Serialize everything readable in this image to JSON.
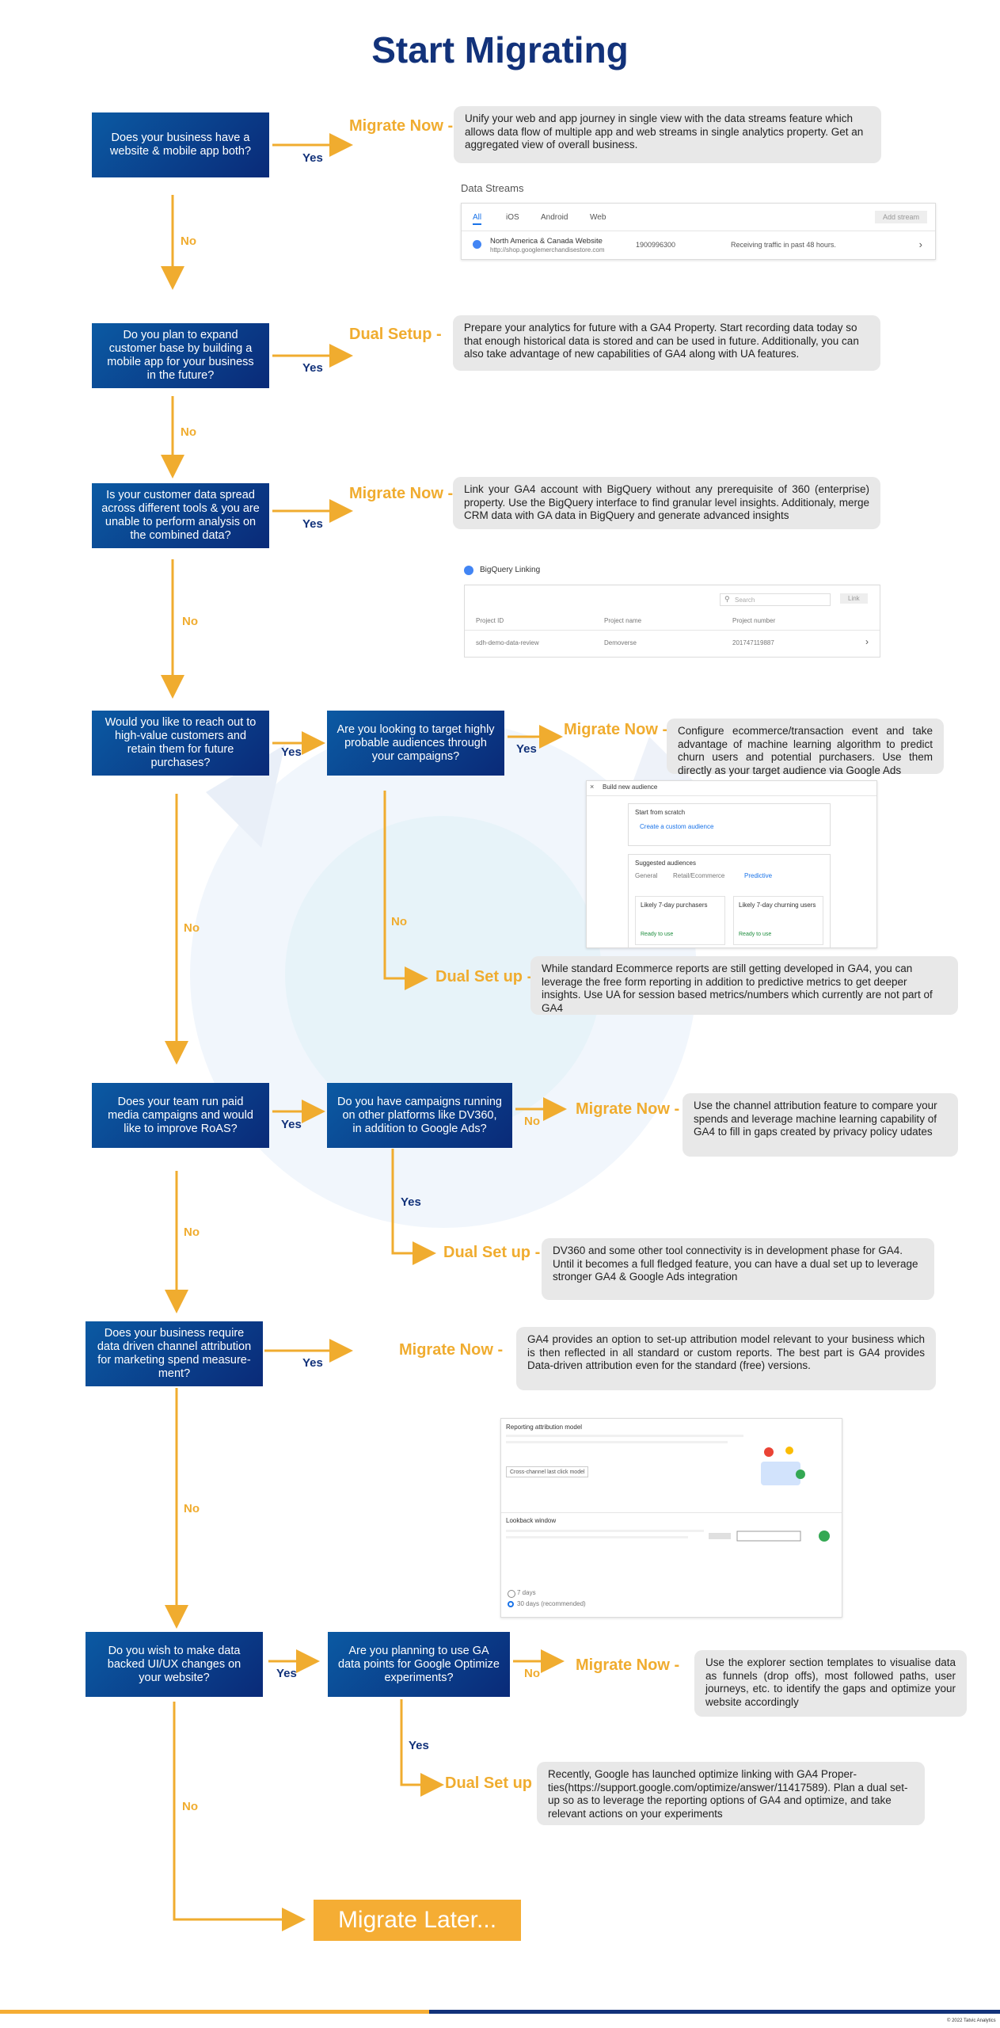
{
  "title": "Start Migrating",
  "questions": {
    "q1": "Does your business have a website & mobile app both?",
    "q2": "Do you plan to expand customer base by building a mobile app for your business in the future?",
    "q3": "Is your customer data spread across different tools & you are unable to perform analysis on the combined data?",
    "q4": "Would you like to reach out to high-value customers and retain them for future purchases?",
    "q4b": "Are you looking to target highly probable audiences through your campaigns?",
    "q5": "Does your team run paid media campaigns and would like to improve RoAS?",
    "q5b": "Do you have campaigns running on other platforms like DV360, in addition to Google Ads?",
    "q6": "Does your business require data driven channel attribution for marketing spend measure-ment?",
    "q7": "Do you wish to make data backed UI/UX changes on your website?",
    "q7b": "Are you planning to use GA data points for Google Optimize experiments?"
  },
  "labels": {
    "migrate_now": "Migrate Now -",
    "dual_setup": "Dual Setup -",
    "dual_set_up": "Dual Set up -",
    "yes": "Yes",
    "no": "No",
    "migrate_later": "Migrate Later..."
  },
  "descriptions": {
    "d1": "Unify your web and app journey in single view with the data streams feature which allows data flow of multiple app and web streams in single analytics property. Get an aggregated view of overall business.",
    "d2": "Prepare your analytics for future with a GA4 Property. Start recording data today so that enough historical data is stored and can be used in future. Additionally, you can also take advantage of new capabilities of GA4 along with UA features.",
    "d3": "Link your GA4 account with BigQuery without any prerequisite of 360 (enterprise) property. Use the BigQuery interface to find granular level insights. Additionaly, merge CRM data with GA data in BigQuery and generate advanced insights",
    "d4": "Configure ecommerce/transaction event and take advantage of machine learning algorithm to predict churn users and potential purchasers. Use them directly as your target audience via Google Ads",
    "d4b": "While standard Ecommerce reports are still getting developed in GA4, you can leverage the free form reporting in addition to predictive metrics to get deeper insights. Use UA for session based metrics/numbers which currently are not part of GA4",
    "d5": "Use the channel attribution feature to compare your spends and leverage machine learning capability of GA4 to fill in gaps created by privacy policy udates",
    "d5b": "DV360 and some other tool connectivity is in development phase for GA4. Until it becomes a full fledged feature, you can have a dual set up to leverage stronger GA4 & Google Ads integration",
    "d6": "GA4 provides an option to set-up attribution model relevant to your business which is then reflected in all standard or custom reports. The best part is GA4 provides Data-driven attribution even for the standard (free) versions.",
    "d7": "Use the explorer section templates to visualise data as funnels (drop offs), most followed paths, user journeys, etc. to identify the gaps and optimize your website accordingly",
    "d7b": "Recently, Google has launched optimize linking with GA4 Proper-ties(https://support.google.com/optimize/answer/11417589). Plan a dual set-up so as to leverage the reporting options of GA4 and optimize, and take relevant actions on your experiments"
  },
  "data_streams": {
    "title": "Data Streams",
    "tabs": [
      "All",
      "iOS",
      "Android",
      "Web"
    ],
    "add_button": "Add stream",
    "row_name": "North America & Canada Website",
    "row_url": "http://shop.googlemerchandisestore.com",
    "row_id": "1900996300",
    "row_status": "Receiving traffic in past 48 hours."
  },
  "bigquery": {
    "title": "BigQuery Linking",
    "search_placeholder": "Search",
    "link_button": "Link",
    "headers": [
      "Project ID",
      "Project name",
      "Project number"
    ],
    "row": [
      "sdh-demo-data-review",
      "Demoverse",
      "201747119887"
    ]
  },
  "audience": {
    "title": "Build new audience",
    "start": "Start from scratch",
    "create": "Create a custom audience",
    "suggested": "Suggested audiences",
    "tabs": [
      "General",
      "Retail/Ecommerce",
      "Predictive"
    ],
    "card1": "Likely 7-day purchasers",
    "card2": "Likely 7-day churning users",
    "ready1": "Ready to use",
    "ready2": "Ready to use"
  },
  "attribution": {
    "title": "Reporting attribution model",
    "select": "Cross-channel last click model",
    "lookback": "Lookback window",
    "opt1": "7 days",
    "opt2": "30 days (recommended)"
  },
  "copyright": "© 2022 Tatvic Analytics"
}
